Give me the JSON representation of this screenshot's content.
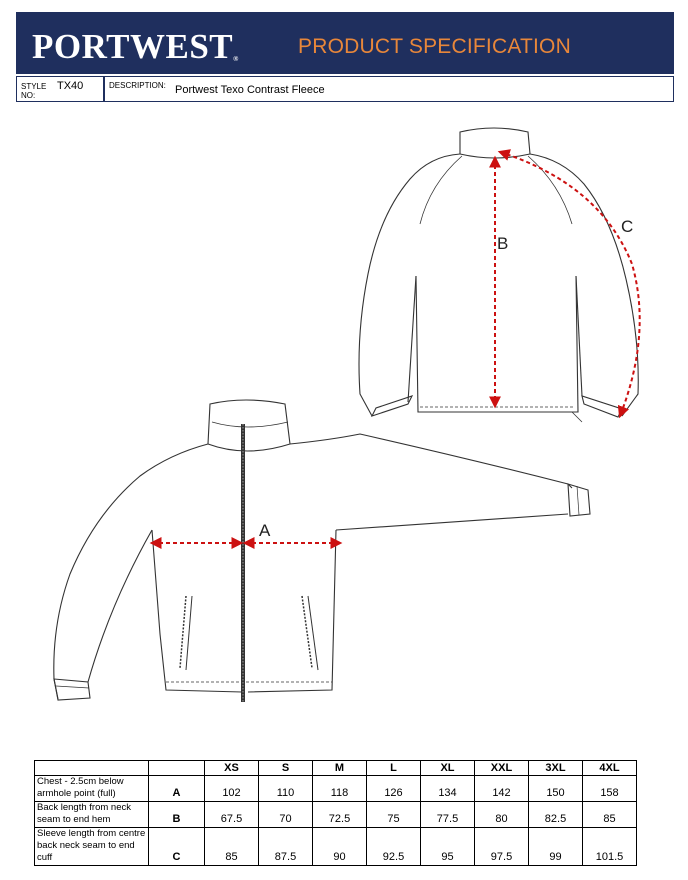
{
  "header": {
    "brand": "PORTWEST",
    "brand_mark": "®",
    "title": "PRODUCT SPECIFICATION"
  },
  "info": {
    "style_label": "STYLE NO:",
    "style_value": "TX40",
    "description_label": "DESCRIPTION:",
    "description_value": "Portwest Texo Contrast Fleece"
  },
  "drawing": {
    "labels": [
      "A",
      "B",
      "C"
    ],
    "colors": {
      "garment_line": "#333333",
      "measure_line": "#cc1111",
      "header_bg": "#1f2f5e",
      "title_orange": "#e8873a"
    }
  },
  "spec_table": {
    "sizes": [
      "XS",
      "S",
      "M",
      "L",
      "XL",
      "XXL",
      "3XL",
      "4XL"
    ],
    "rows": [
      {
        "description": "Chest - 2.5cm below armhole point (full)",
        "code": "A",
        "values": [
          "102",
          "110",
          "118",
          "126",
          "134",
          "142",
          "150",
          "158"
        ]
      },
      {
        "description": "Back length from neck seam to end hem",
        "code": "B",
        "values": [
          "67.5",
          "70",
          "72.5",
          "75",
          "77.5",
          "80",
          "82.5",
          "85"
        ]
      },
      {
        "description": "Sleeve length from centre back neck seam to end cuff",
        "code": "C",
        "values": [
          "85",
          "87.5",
          "90",
          "92.5",
          "95",
          "97.5",
          "99",
          "101.5"
        ]
      }
    ]
  }
}
